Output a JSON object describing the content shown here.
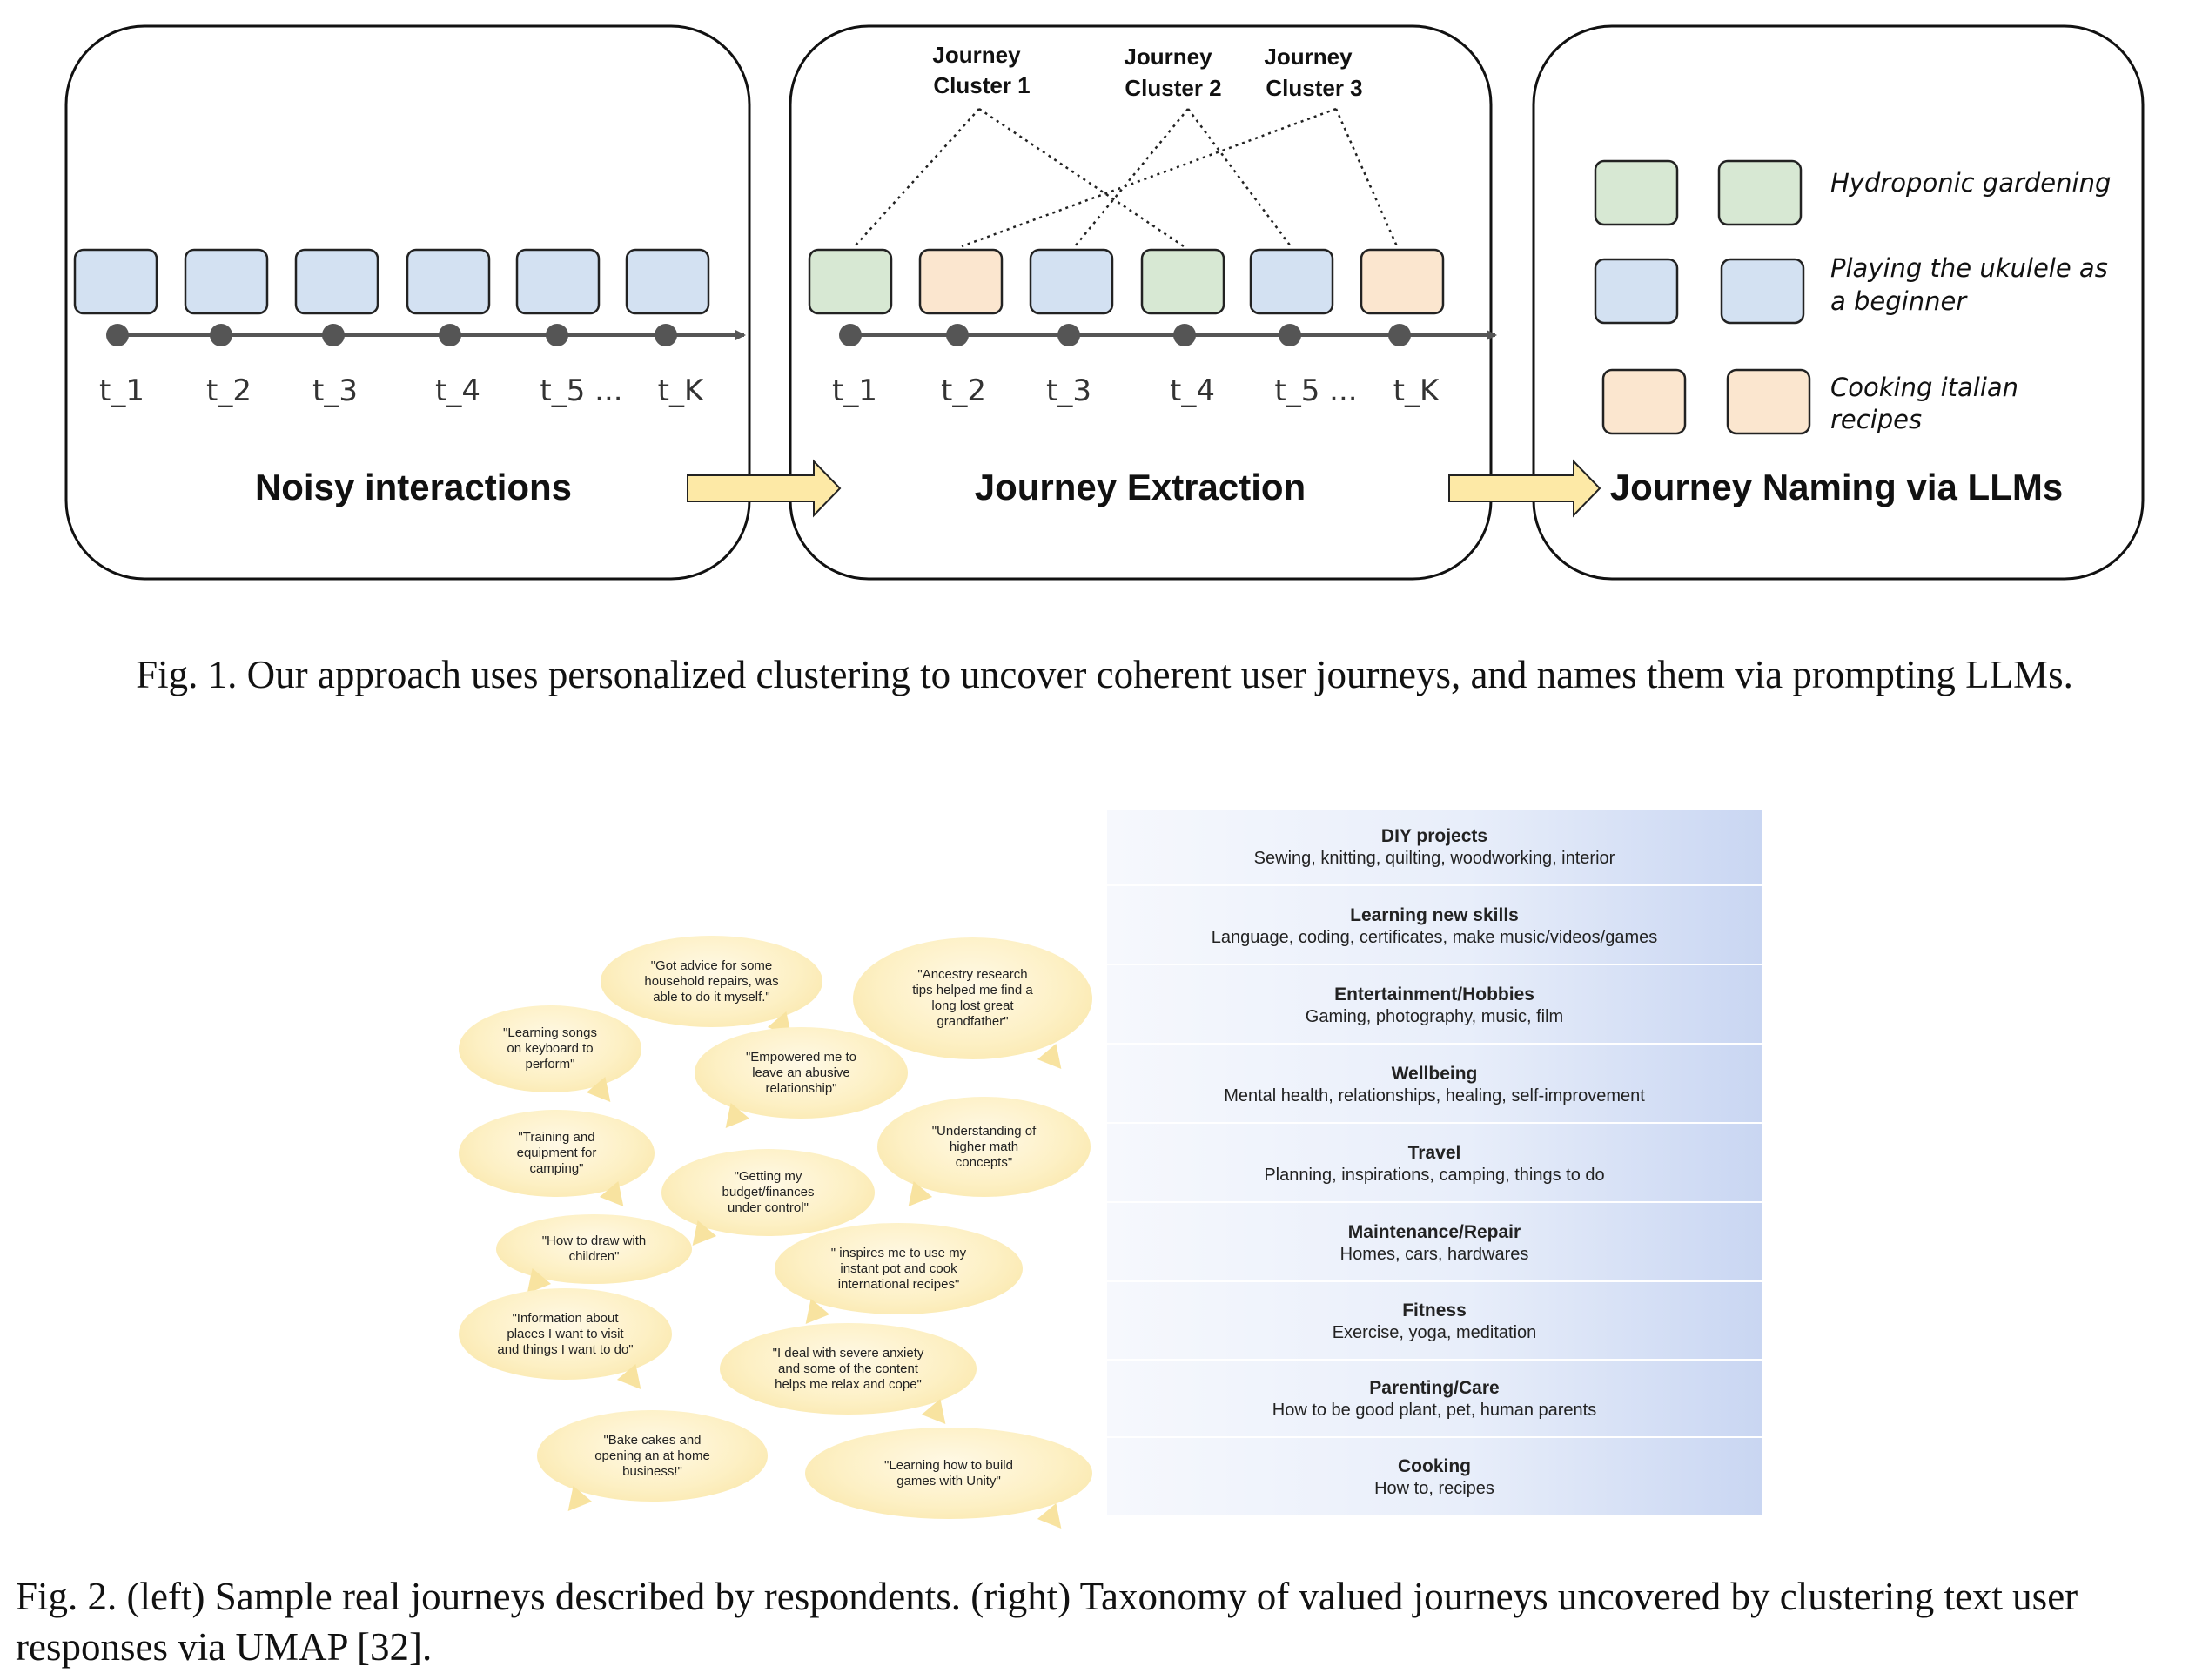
{
  "figure1": {
    "panels": [
      {
        "title": "Noisy interactions"
      },
      {
        "title": "Journey Extraction"
      },
      {
        "title": "Journey Naming via LLMs"
      }
    ],
    "time_labels_panel1": [
      "t_1",
      "t_2",
      "t_3",
      "t_4",
      "t_5 ...",
      "t_K"
    ],
    "time_labels_panel2": [
      "t_1",
      "t_2",
      "t_3",
      "t_4",
      "t_5 ...",
      "t_K"
    ],
    "cluster_labels": [
      {
        "line1": "Journey",
        "line2": "Cluster 1"
      },
      {
        "line1": "Journey",
        "line2": "Cluster 2"
      },
      {
        "line1": "Journey",
        "line2": "Cluster 3"
      }
    ],
    "journey_names": [
      {
        "line1": "Hydroponic gardening",
        "line2": ""
      },
      {
        "line1": "Playing the ukulele as",
        "line2": "a beginner"
      },
      {
        "line1": "Cooking italian",
        "line2": "recipes"
      }
    ],
    "colors": {
      "blue": "#d3e1f2",
      "green": "#d7e8d3",
      "peach": "#fbe6cf",
      "arrow": "#fde9a6"
    }
  },
  "caption1": "Fig. 1.  Our approach uses personalized clustering to uncover coherent user journeys, and names them via prompting LLMs.",
  "figure2": {
    "bubbles": [
      {
        "lines": [
          "\"Got advice for some",
          "household repairs, was",
          "able to do it myself.\""
        ]
      },
      {
        "lines": [
          "\"Ancestry research",
          "tips helped me find a",
          "long lost great",
          "grandfather\""
        ]
      },
      {
        "lines": [
          "\"Learning songs",
          "on keyboard to",
          "perform\""
        ]
      },
      {
        "lines": [
          "\"Empowered me to",
          "leave an abusive",
          "relationship\""
        ]
      },
      {
        "lines": [
          "\"Training and",
          "equipment for",
          "camping\""
        ]
      },
      {
        "lines": [
          "\"Understanding of",
          "higher math",
          "concepts\""
        ]
      },
      {
        "lines": [
          "\"Getting my",
          "budget/finances",
          "under control\""
        ]
      },
      {
        "lines": [
          "\"How to draw with",
          "children\""
        ]
      },
      {
        "lines": [
          "\" inspires me to use my",
          "instant pot and cook",
          "international recipes\""
        ]
      },
      {
        "lines": [
          "\"Information about",
          "places I want to visit",
          "and things I want to do\""
        ]
      },
      {
        "lines": [
          "\"I deal with severe anxiety",
          "and some of the content",
          "helps me relax and cope\""
        ]
      },
      {
        "lines": [
          "\"Bake cakes and",
          "opening an at home",
          "business!\""
        ]
      },
      {
        "lines": [
          "\"Learning how to build",
          "games with Unity\""
        ]
      }
    ],
    "taxonomy": [
      {
        "title": "DIY projects",
        "sub": "Sewing, knitting, quilting, woodworking, interior"
      },
      {
        "title": "Learning new skills",
        "sub": "Language, coding, certificates, make music/videos/games"
      },
      {
        "title": "Entertainment/Hobbies",
        "sub": "Gaming, photography, music, film"
      },
      {
        "title": "Wellbeing",
        "sub": "Mental health, relationships, healing, self-improvement"
      },
      {
        "title": "Travel",
        "sub": "Planning, inspirations, camping, things to do"
      },
      {
        "title": "Maintenance/Repair",
        "sub": "Homes, cars, hardwares"
      },
      {
        "title": "Fitness",
        "sub": "Exercise, yoga, meditation"
      },
      {
        "title": "Parenting/Care",
        "sub": "How to be good plant, pet, human parents"
      },
      {
        "title": "Cooking",
        "sub": "How to, recipes"
      }
    ]
  },
  "caption2": {
    "line1": "Fig. 2.  (left) Sample real journeys described by respondents. (right) Taxonomy of valued journeys uncovered by clustering text user",
    "line2": "responses via UMAP [32]."
  }
}
